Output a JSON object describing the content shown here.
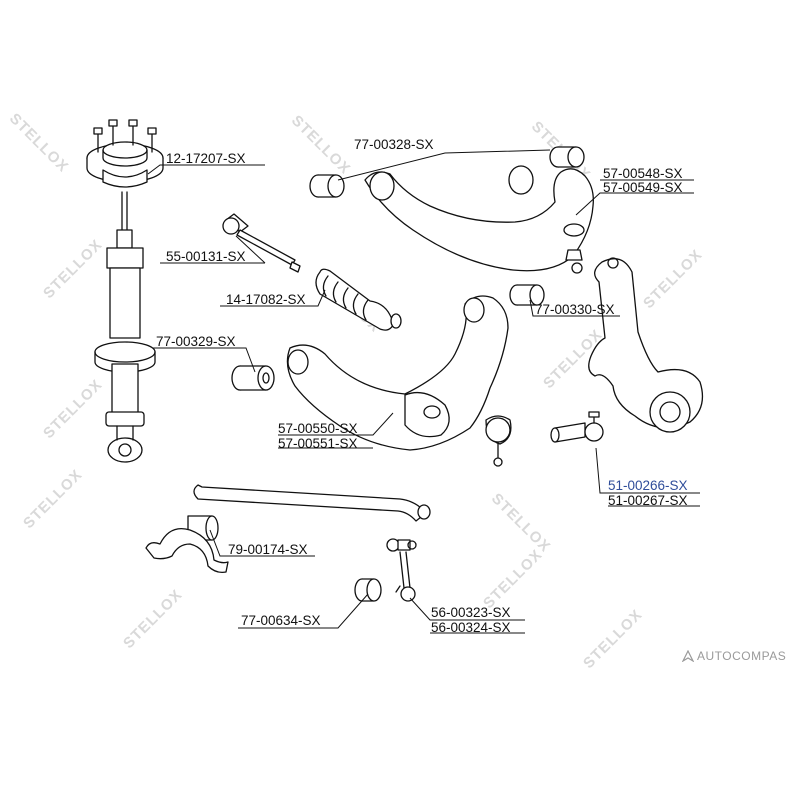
{
  "watermark": {
    "brand": "STELLOX"
  },
  "credit": {
    "text": "AUTOCOMPAS"
  },
  "parts": {
    "p12_17207": "12-17207-SX",
    "p77_00328": "77-00328-SX",
    "p57_00548": "57-00548-SX",
    "p57_00549": "57-00549-SX",
    "p55_00131": "55-00131-SX",
    "p14_17082": "14-17082-SX",
    "p77_00330": "77-00330-SX",
    "p77_00329": "77-00329-SX",
    "p57_00550": "57-00550-SX",
    "p57_00551": "57-00551-SX",
    "p51_00266": "51-00266-SX",
    "p51_00267": "51-00267-SX",
    "p79_00174": "79-00174-SX",
    "p77_00634": "77-00634-SX",
    "p56_00323": "56-00323-SX",
    "p56_00324": "56-00324-SX"
  },
  "colors": {
    "highlight": "#2f4d9a",
    "line": "#111111",
    "watermark": "#d9d9d9"
  }
}
